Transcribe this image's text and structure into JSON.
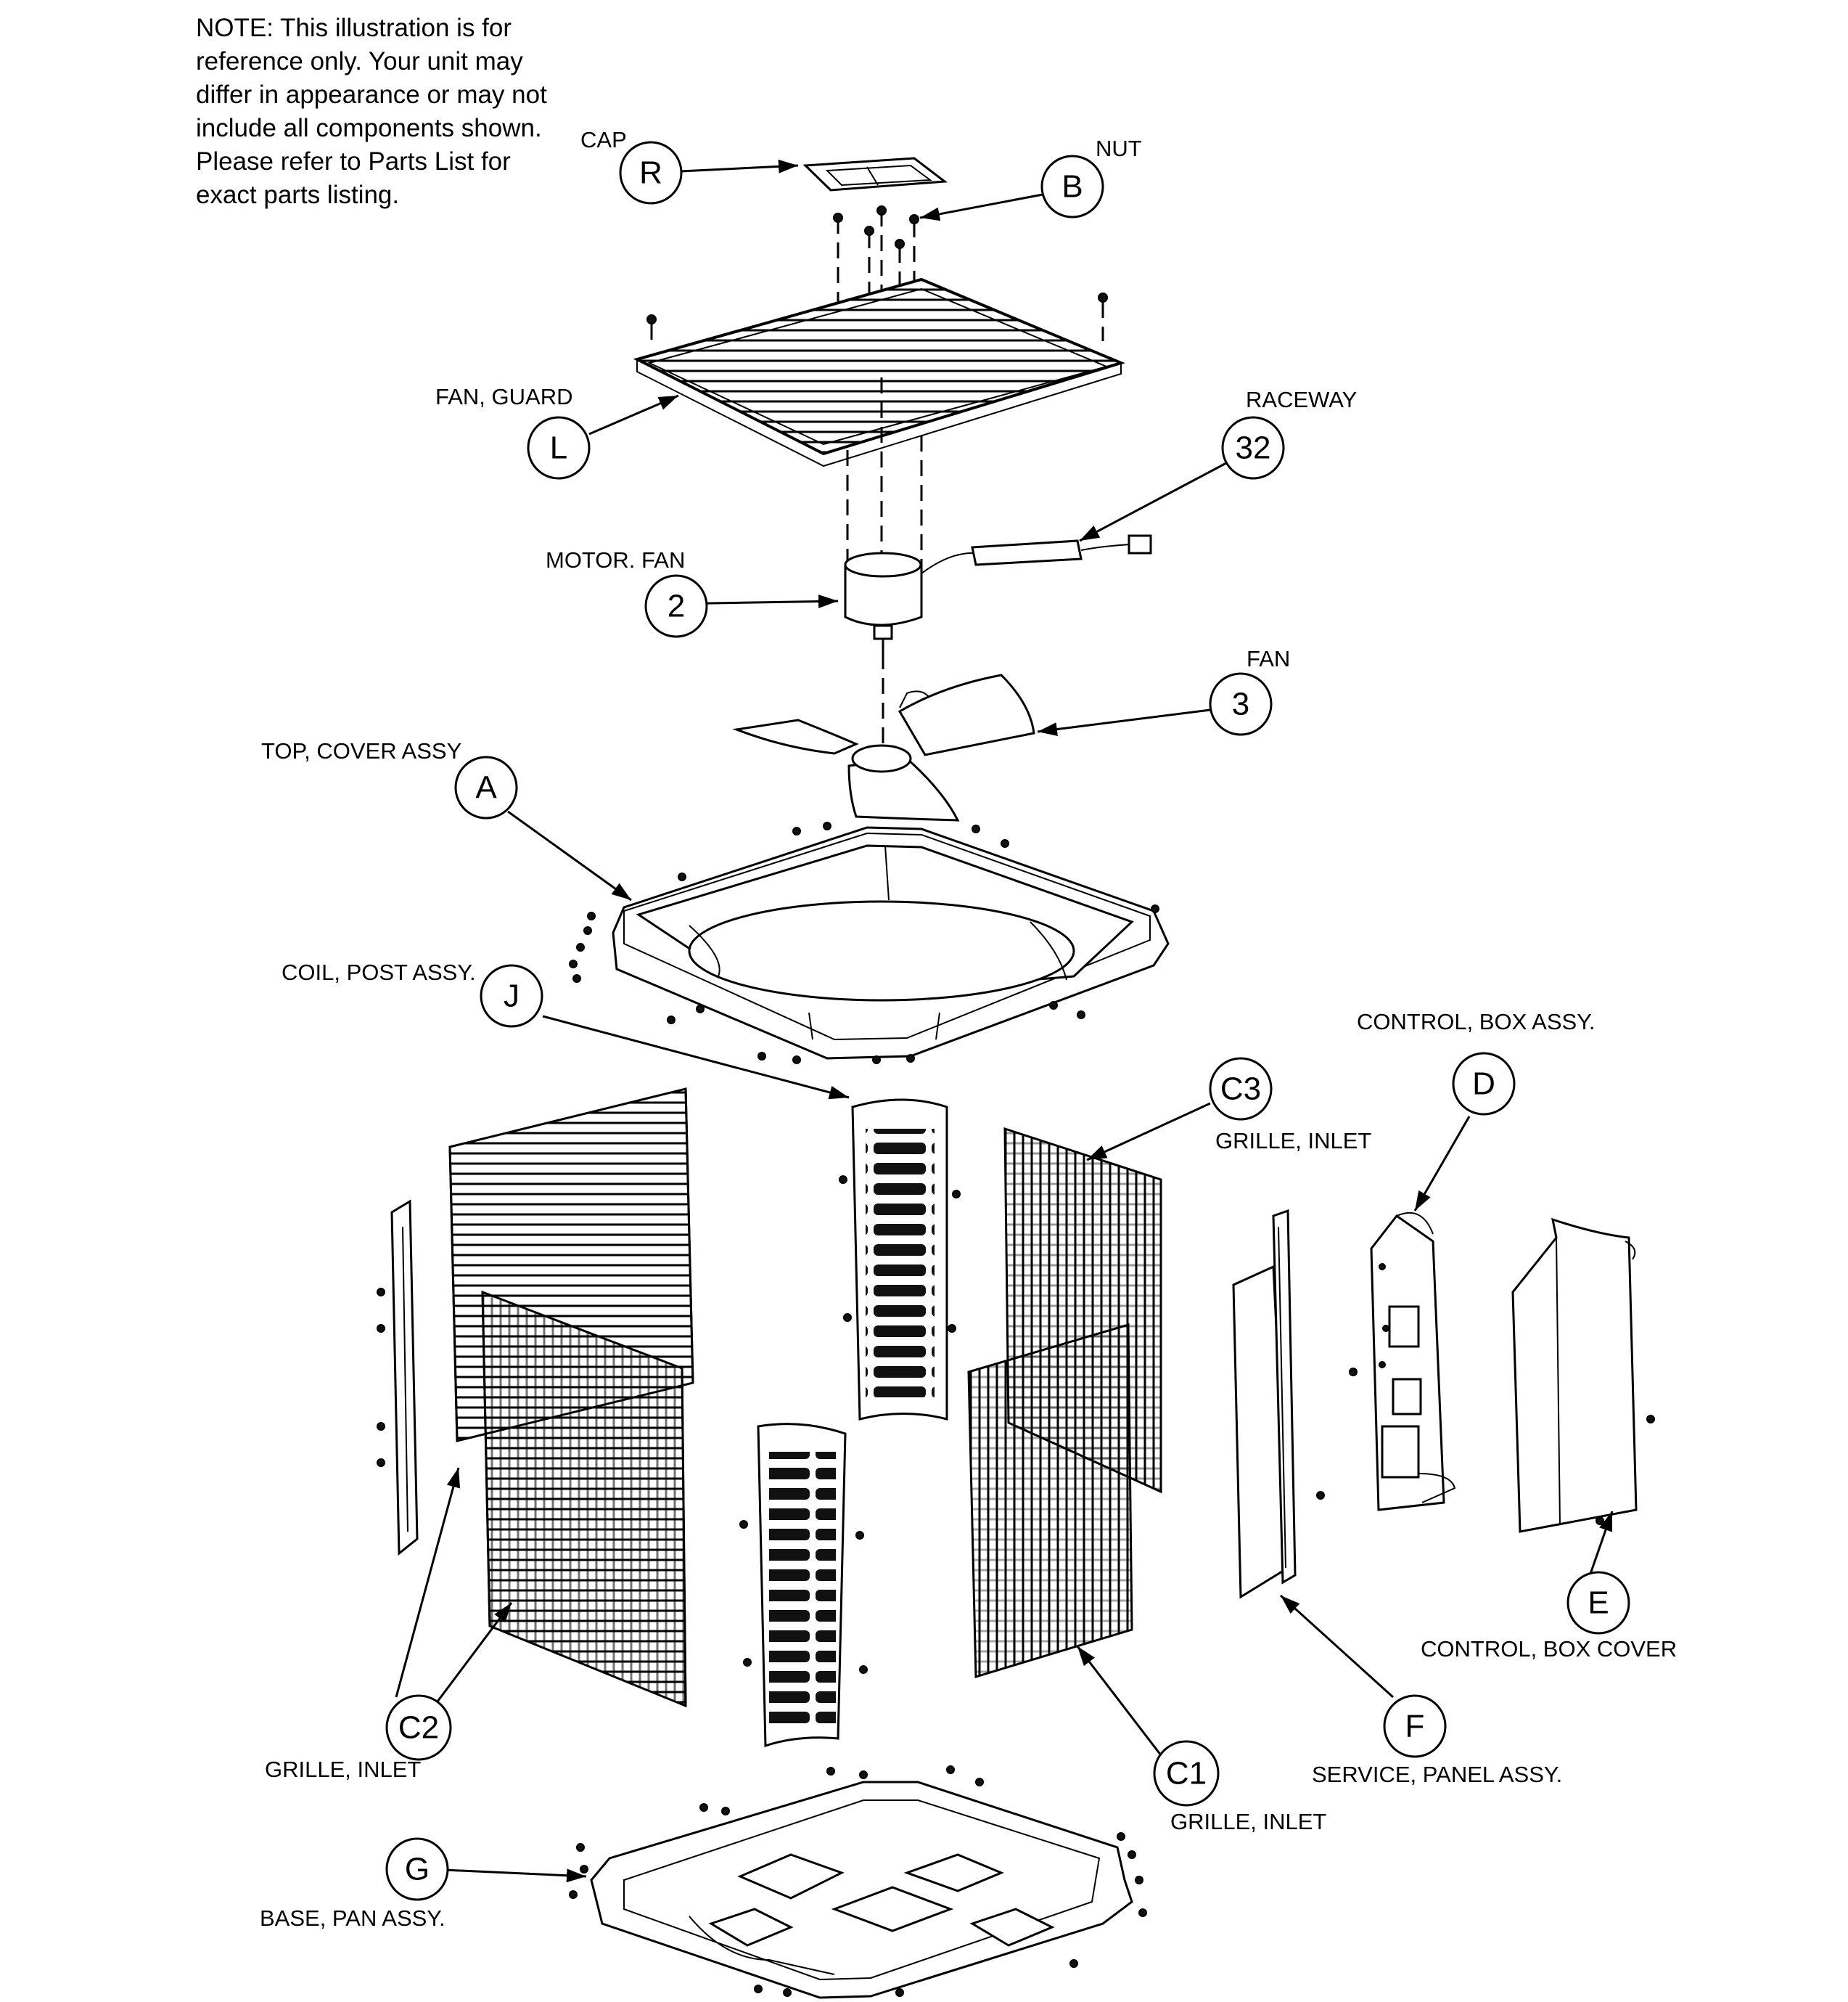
{
  "note": {
    "lines": [
      "NOTE: This illustration is for",
      "reference only.  Your unit may",
      "differ in appearance or may not",
      "include all components shown.",
      "Please refer to Parts List for",
      "exact parts listing."
    ]
  },
  "callouts": {
    "R": {
      "id": "R",
      "label": "CAP"
    },
    "B": {
      "id": "B",
      "label": "NUT"
    },
    "L": {
      "id": "L",
      "label": "FAN, GUARD"
    },
    "32": {
      "id": "32",
      "label": "RACEWAY"
    },
    "2": {
      "id": "2",
      "label": "MOTOR. FAN"
    },
    "3": {
      "id": "3",
      "label": "FAN"
    },
    "A": {
      "id": "A",
      "label": "TOP, COVER ASSY"
    },
    "J": {
      "id": "J",
      "label": "COIL, POST ASSY."
    },
    "C3": {
      "id": "C3",
      "label": "GRILLE, INLET"
    },
    "D": {
      "id": "D",
      "label": "CONTROL, BOX ASSY."
    },
    "E": {
      "id": "E",
      "label": "CONTROL, BOX COVER"
    },
    "F": {
      "id": "F",
      "label": "SERVICE, PANEL ASSY."
    },
    "C2": {
      "id": "C2",
      "label": "GRILLE, INLET"
    },
    "C1": {
      "id": "C1",
      "label": "GRILLE, INLET"
    },
    "G": {
      "id": "G",
      "label": "BASE, PAN ASSY."
    }
  }
}
